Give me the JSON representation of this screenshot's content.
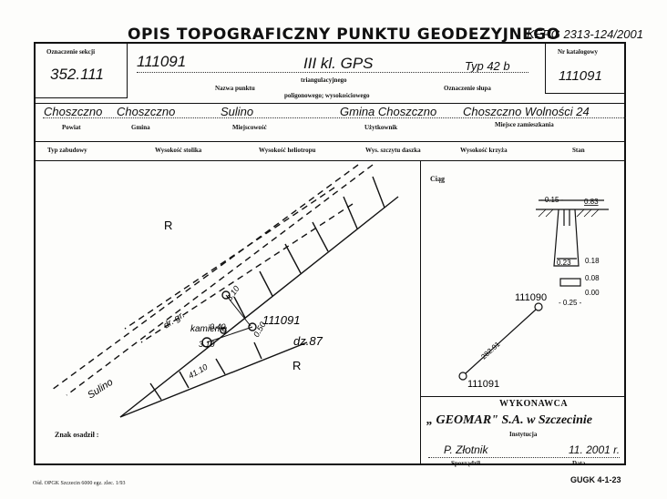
{
  "header": {
    "title": "OPIS TOPOGRAFICZNY PUNKTU GEODEZYJNEGO",
    "code": "KERG 2313-124/2001"
  },
  "row1": {
    "sekcja_label": "Oznaczenie sekcji",
    "sekcja_value": "352.111",
    "punkt_number": "111091",
    "klasa": "III kl. GPS",
    "typ": "Typ 42 b",
    "nazwa_label": "Nazwa punktu",
    "triang_label": "triangulacyjnego",
    "poligon_label": "poligonowego; wysokościowego",
    "oznaczenie_slupa_label": "Oznaczenie słupa",
    "katalog_label": "Nr katalogowy",
    "katalog_value": "111091"
  },
  "row2": {
    "powiat_value": "Choszczno",
    "powiat_label": "Powiat",
    "gmina_value": "Choszczno",
    "gmina_label": "Gmina",
    "miejscowosc_value": "Sulino",
    "miejscowosc_label": "Miejscowość",
    "uzytkownik_value": "Gmina Choszczno",
    "uzytkownik_label": "Użytkownik",
    "adres_value": "Choszczno  Wolności 24",
    "adres_label": "Miejsce zamieszkania"
  },
  "row3": {
    "typ_zabudowy": "Typ zabudowy",
    "wys_stolika": "Wysokość stolika",
    "wys_heliotropu": "Wysokość heliotropu",
    "wys_deski": "Wys. szczytu daszka",
    "wys_krzyza": "Wysokość krzyża",
    "stan": "Stan"
  },
  "sketch": {
    "r_top": "R",
    "r_bottom": "R",
    "dr_label": "dr. gr.",
    "point_label": "111091",
    "dz_label": "dz.87",
    "kamienie_label": "kamienie",
    "dist_1": "3.10",
    "dist_2": "0.40",
    "dist_3": "3.10",
    "dist_4": "0.50",
    "dist_5": "41.10",
    "sulino_label": "Sulino",
    "znak_label": "Znak osadził :"
  },
  "ciag": {
    "label": "Ciąg",
    "dim_top": "- 0.15 -",
    "dim_top_r": "0.83",
    "dim_mid": "0.23",
    "dim_018": "0.18",
    "dim_008": "0.08",
    "dim_000": "0.00",
    "dim_025": "- 0.25 -",
    "point_a": "111090",
    "point_b": "111091",
    "distance": "282.91"
  },
  "wykonawca": {
    "label": "WYKONAWCA",
    "firma": "„ GEOMAR\" S.A. w Szczecinie",
    "instytucja_label": "Instytucja",
    "sporzadzil_value": "P. Złotnik",
    "sporzadzil_label": "Sporządził",
    "data_value": "11. 2001 r.",
    "data_label": "Data"
  },
  "footer": {
    "left": "Ośd. OPGK Szczecin 6000 egz. zlec. 1/93",
    "right": "GUGK 4-1-23"
  }
}
